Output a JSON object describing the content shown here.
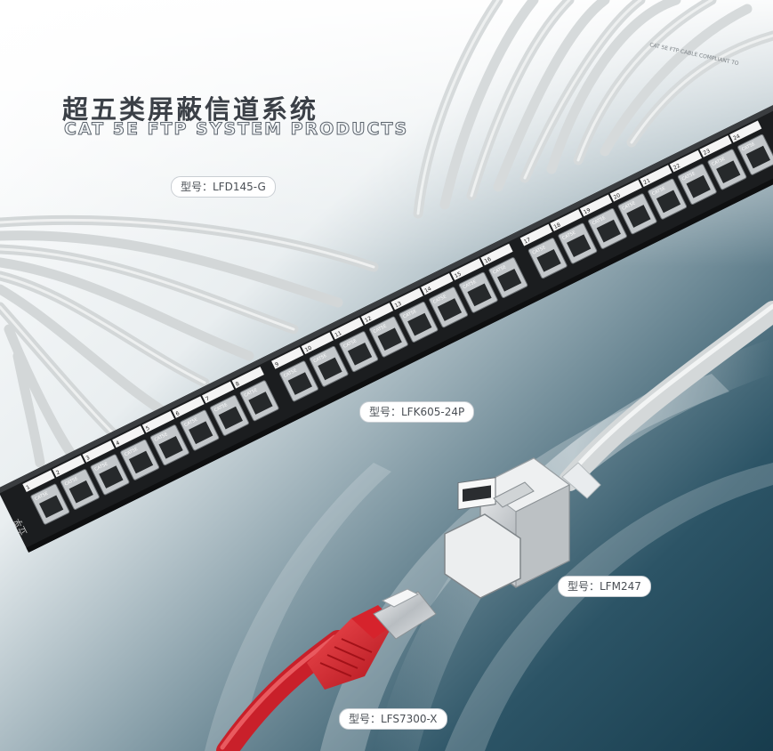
{
  "title": {
    "cn": "超五类屏蔽信道系统",
    "en": "CAT 5E FTP SYSTEM PRODUCTS"
  },
  "brand_mark": "立孚",
  "cable_jacket_text": "CAT 5E FTP  CABLE  COMPLIANT TO",
  "patch_panel": {
    "port_badge": "CAT5E",
    "port_numbers": [
      "1",
      "2",
      "3",
      "4",
      "5",
      "6",
      "7",
      "8",
      "9",
      "10",
      "11",
      "12",
      "13",
      "14",
      "15",
      "16",
      "17",
      "18",
      "19",
      "20",
      "21",
      "22",
      "23",
      "24"
    ]
  },
  "products": [
    {
      "id": "lfd145",
      "label": "型号：LFD145-G"
    },
    {
      "id": "lfk605",
      "label": "型号：LFK605-24P"
    },
    {
      "id": "lfm247",
      "label": "型号：LFM247"
    },
    {
      "id": "lfs7300",
      "label": "型号：LFS7300-X"
    }
  ],
  "colors": {
    "background_dark": "#1f4a5c",
    "background_light": "#dfe8ec",
    "panel_black": "#1b1d1f",
    "cable_gray": "#d7dbdc",
    "patch_cord_red": "#d8262e",
    "module_silver": "#c9cdd0"
  }
}
